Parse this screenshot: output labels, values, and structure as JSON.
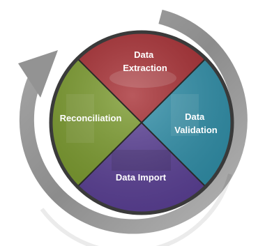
{
  "diagram": {
    "segments": [
      {
        "id": "extraction",
        "line1": "Data",
        "line2": "Extraction",
        "color": "#a52a2f"
      },
      {
        "id": "validation",
        "line1": "Data",
        "line2": "Validation",
        "color": "#2e8ea8"
      },
      {
        "id": "import",
        "line1": "Data Import",
        "line2": "",
        "color": "#5a3f95"
      },
      {
        "id": "reconciliation",
        "line1": "Reconciliation",
        "line2": "",
        "color": "#7a9a2c"
      }
    ],
    "arrow_color": "#8e8e8e",
    "rim_color": "#3a3a3a"
  }
}
